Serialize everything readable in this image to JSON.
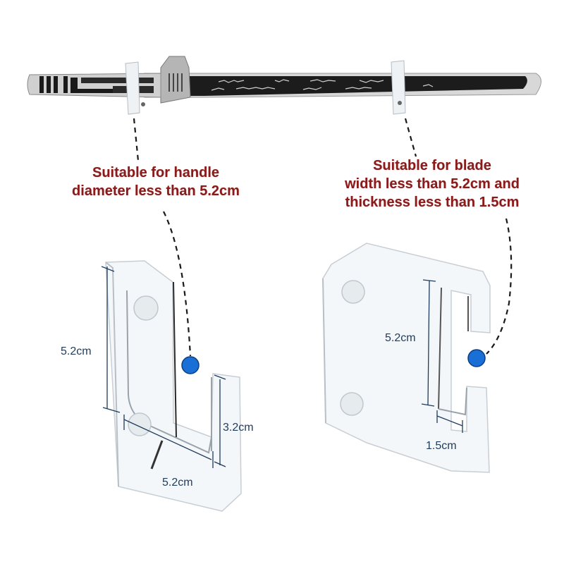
{
  "callouts": {
    "handle": {
      "line1": "Suitable for handle",
      "line2": "diameter less than 5.2cm"
    },
    "blade": {
      "line1": "Suitable for blade",
      "line2": "width less than 5.2cm and",
      "line3": "thickness less than 1.5cm"
    }
  },
  "dimensions": {
    "handle_bracket": {
      "height": "5.2cm",
      "depth": "5.2cm",
      "lip": "3.2cm"
    },
    "blade_bracket": {
      "height": "5.2cm",
      "width": "1.5cm"
    }
  },
  "colors": {
    "callout_text": "#8b1a1a",
    "dimension_text": "#1f3b5c",
    "marker_dot": "#1a6fd6",
    "dashed_line": "#1a1a1a"
  }
}
